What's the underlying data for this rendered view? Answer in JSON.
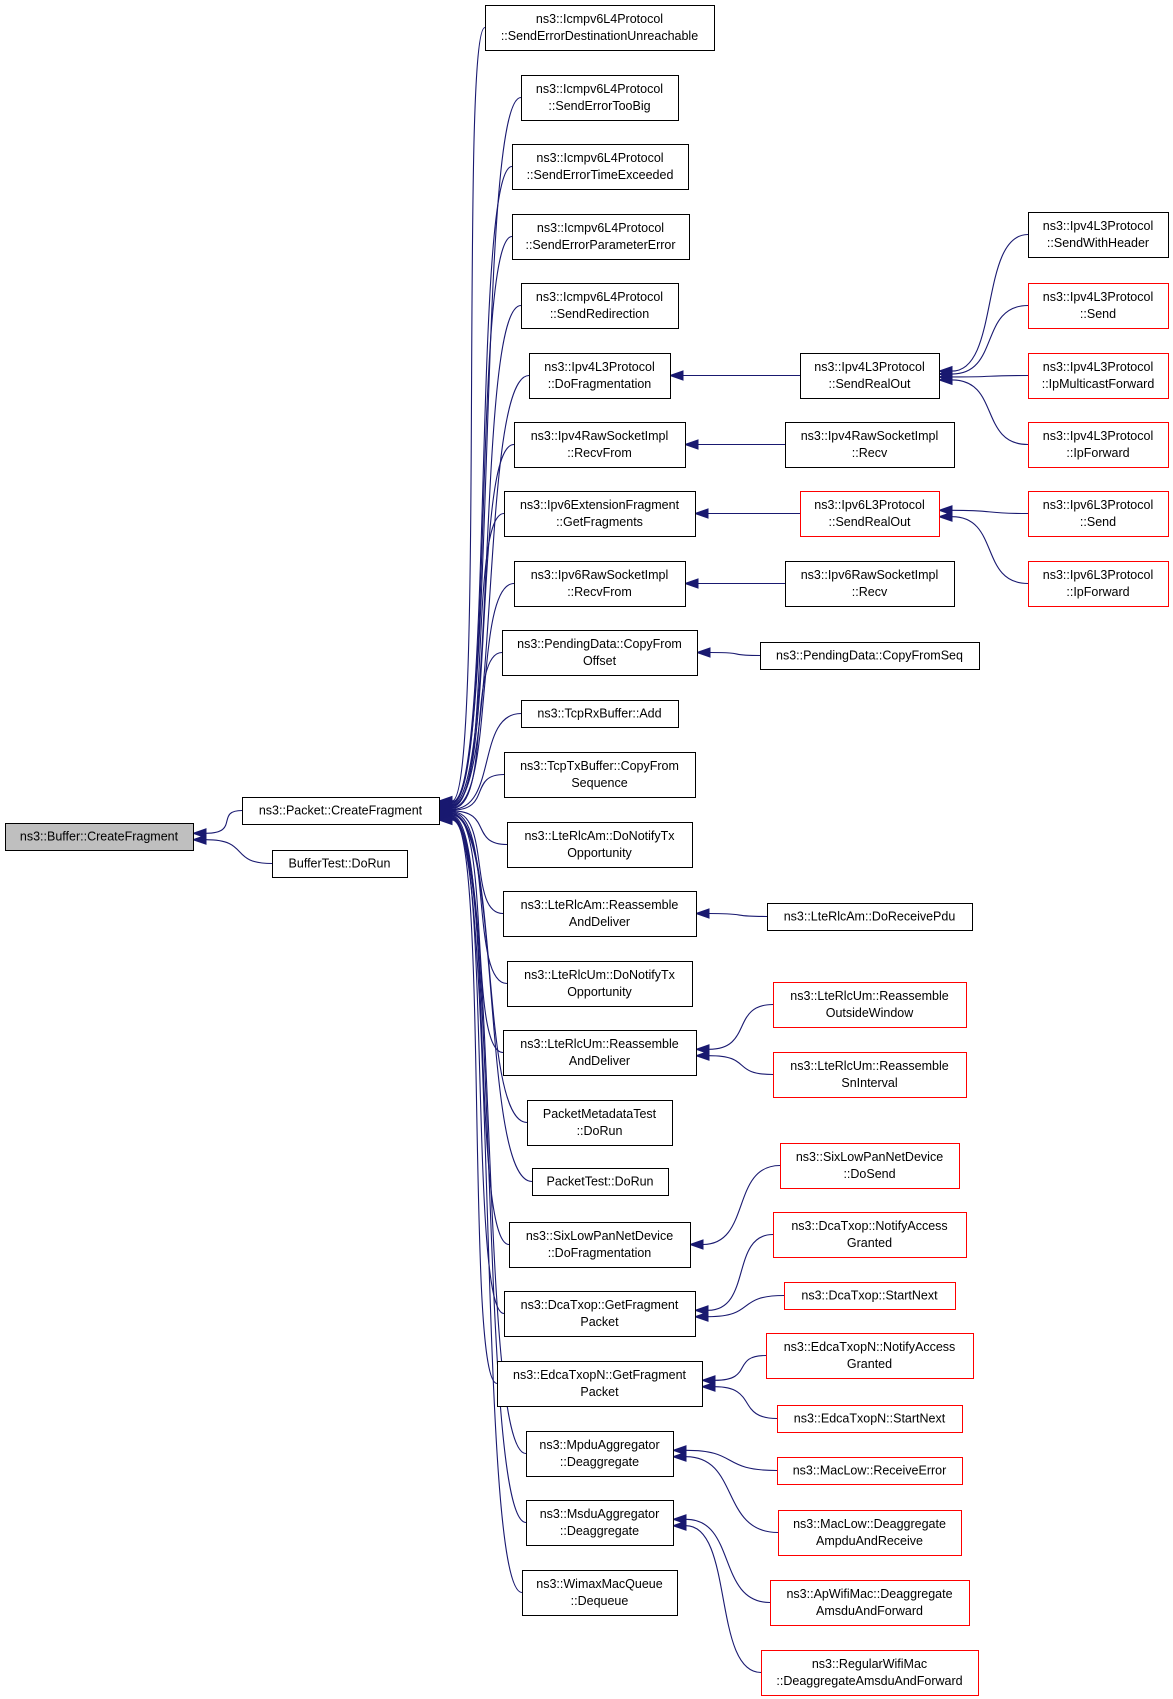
{
  "colors": {
    "edge": "#191970",
    "node_border": "#000000",
    "truncated_border": "#ff0000",
    "current_fill": "#bfbfbf"
  },
  "nodes": [
    {
      "id": "root",
      "lines": [
        "ns3::Buffer::CreateFragment"
      ],
      "current": true
    },
    {
      "id": "pcf",
      "lines": [
        "ns3::Packet::CreateFragment"
      ]
    },
    {
      "id": "bt",
      "lines": [
        "BufferTest::DoRun"
      ]
    },
    {
      "id": "ic1",
      "lines": [
        "ns3::Icmpv6L4Protocol",
        "::SendErrorDestinationUnreachable"
      ]
    },
    {
      "id": "ic2",
      "lines": [
        "ns3::Icmpv6L4Protocol",
        "::SendErrorTooBig"
      ]
    },
    {
      "id": "ic3",
      "lines": [
        "ns3::Icmpv6L4Protocol",
        "::SendErrorTimeExceeded"
      ]
    },
    {
      "id": "ic4",
      "lines": [
        "ns3::Icmpv6L4Protocol",
        "::SendErrorParameterError"
      ]
    },
    {
      "id": "ic5",
      "lines": [
        "ns3::Icmpv6L4Protocol",
        "::SendRedirection"
      ]
    },
    {
      "id": "ipdf",
      "lines": [
        "ns3::Ipv4L3Protocol",
        "::DoFragmentation"
      ]
    },
    {
      "id": "i4rs",
      "lines": [
        "ns3::Ipv4RawSocketImpl",
        "::RecvFrom"
      ]
    },
    {
      "id": "i6ef",
      "lines": [
        "ns3::Ipv6ExtensionFragment",
        "::GetFragments"
      ]
    },
    {
      "id": "i6rs",
      "lines": [
        "ns3::Ipv6RawSocketImpl",
        "::RecvFrom"
      ]
    },
    {
      "id": "pdco",
      "lines": [
        "ns3::PendingData::CopyFrom",
        "Offset"
      ]
    },
    {
      "id": "trx",
      "lines": [
        "ns3::TcpRxBuffer::Add"
      ]
    },
    {
      "id": "ttx",
      "lines": [
        "ns3::TcpTxBuffer::CopyFrom",
        "Sequence"
      ]
    },
    {
      "id": "amtx",
      "lines": [
        "ns3::LteRlcAm::DoNotifyTx",
        "Opportunity"
      ]
    },
    {
      "id": "amra",
      "lines": [
        "ns3::LteRlcAm::Reassemble",
        "AndDeliver"
      ]
    },
    {
      "id": "umtx",
      "lines": [
        "ns3::LteRlcUm::DoNotifyTx",
        "Opportunity"
      ]
    },
    {
      "id": "umra",
      "lines": [
        "ns3::LteRlcUm::Reassemble",
        "AndDeliver"
      ]
    },
    {
      "id": "pmt",
      "lines": [
        "PacketMetadataTest",
        "::DoRun"
      ]
    },
    {
      "id": "pt",
      "lines": [
        "PacketTest::DoRun"
      ]
    },
    {
      "id": "slfr",
      "lines": [
        "ns3::SixLowPanNetDevice",
        "::DoFragmentation"
      ]
    },
    {
      "id": "dcgf",
      "lines": [
        "ns3::DcaTxop::GetFragment",
        "Packet"
      ]
    },
    {
      "id": "edgf",
      "lines": [
        "ns3::EdcaTxopN::GetFragment",
        "Packet"
      ]
    },
    {
      "id": "mpdu",
      "lines": [
        "ns3::MpduAggregator",
        "::Deaggregate"
      ]
    },
    {
      "id": "msdu",
      "lines": [
        "ns3::MsduAggregator",
        "::Deaggregate"
      ]
    },
    {
      "id": "wmq",
      "lines": [
        "ns3::WimaxMacQueue",
        "::Dequeue"
      ]
    },
    {
      "id": "i4sro",
      "lines": [
        "ns3::Ipv4L3Protocol",
        "::SendRealOut"
      ]
    },
    {
      "id": "i4rr",
      "lines": [
        "ns3::Ipv4RawSocketImpl",
        "::Recv"
      ]
    },
    {
      "id": "i6sro",
      "lines": [
        "ns3::Ipv6L3Protocol",
        "::SendRealOut"
      ],
      "truncated": true
    },
    {
      "id": "i6rr",
      "lines": [
        "ns3::Ipv6RawSocketImpl",
        "::Recv"
      ]
    },
    {
      "id": "pdcs",
      "lines": [
        "ns3::PendingData::CopyFromSeq"
      ]
    },
    {
      "id": "amrp",
      "lines": [
        "ns3::LteRlcAm::DoReceivePdu"
      ]
    },
    {
      "id": "umow",
      "lines": [
        "ns3::LteRlcUm::Reassemble",
        "OutsideWindow"
      ],
      "truncated": true
    },
    {
      "id": "umsi",
      "lines": [
        "ns3::LteRlcUm::Reassemble",
        "SnInterval"
      ],
      "truncated": true
    },
    {
      "id": "slds",
      "lines": [
        "ns3::SixLowPanNetDevice",
        "::DoSend"
      ],
      "truncated": true
    },
    {
      "id": "dcna",
      "lines": [
        "ns3::DcaTxop::NotifyAccess",
        "Granted"
      ],
      "truncated": true
    },
    {
      "id": "dcsn",
      "lines": [
        "ns3::DcaTxop::StartNext"
      ],
      "truncated": true
    },
    {
      "id": "edna",
      "lines": [
        "ns3::EdcaTxopN::NotifyAccess",
        "Granted"
      ],
      "truncated": true
    },
    {
      "id": "edsn",
      "lines": [
        "ns3::EdcaTxopN::StartNext"
      ],
      "truncated": true
    },
    {
      "id": "mlre",
      "lines": [
        "ns3::MacLow::ReceiveError"
      ],
      "truncated": true
    },
    {
      "id": "mlda",
      "lines": [
        "ns3::MacLow::Deaggregate",
        "AmpduAndReceive"
      ],
      "truncated": true
    },
    {
      "id": "apda",
      "lines": [
        "ns3::ApWifiMac::Deaggregate",
        "AmsduAndForward"
      ],
      "truncated": true
    },
    {
      "id": "rgda",
      "lines": [
        "ns3::RegularWifiMac",
        "::DeaggregateAmsduAndForward"
      ],
      "truncated": true
    },
    {
      "id": "i4swh",
      "lines": [
        "ns3::Ipv4L3Protocol",
        "::SendWithHeader"
      ]
    },
    {
      "id": "i4s",
      "lines": [
        "ns3::Ipv4L3Protocol",
        "::Send"
      ],
      "truncated": true
    },
    {
      "id": "i4mf",
      "lines": [
        "ns3::Ipv4L3Protocol",
        "::IpMulticastForward"
      ],
      "truncated": true
    },
    {
      "id": "i4f",
      "lines": [
        "ns3::Ipv4L3Protocol",
        "::IpForward"
      ],
      "truncated": true
    },
    {
      "id": "i6s",
      "lines": [
        "ns3::Ipv6L3Protocol",
        "::Send"
      ],
      "truncated": true
    },
    {
      "id": "i6f",
      "lines": [
        "ns3::Ipv6L3Protocol",
        "::IpForward"
      ],
      "truncated": true
    }
  ],
  "edges": [
    {
      "from": "pcf",
      "to": "root"
    },
    {
      "from": "bt",
      "to": "root"
    },
    {
      "from": "ic1",
      "to": "pcf"
    },
    {
      "from": "ic2",
      "to": "pcf"
    },
    {
      "from": "ic3",
      "to": "pcf"
    },
    {
      "from": "ic4",
      "to": "pcf"
    },
    {
      "from": "ic5",
      "to": "pcf"
    },
    {
      "from": "ipdf",
      "to": "pcf"
    },
    {
      "from": "i4rs",
      "to": "pcf"
    },
    {
      "from": "i6ef",
      "to": "pcf"
    },
    {
      "from": "i6rs",
      "to": "pcf"
    },
    {
      "from": "pdco",
      "to": "pcf"
    },
    {
      "from": "trx",
      "to": "pcf"
    },
    {
      "from": "ttx",
      "to": "pcf"
    },
    {
      "from": "amtx",
      "to": "pcf"
    },
    {
      "from": "amra",
      "to": "pcf"
    },
    {
      "from": "umtx",
      "to": "pcf"
    },
    {
      "from": "umra",
      "to": "pcf"
    },
    {
      "from": "pmt",
      "to": "pcf"
    },
    {
      "from": "pt",
      "to": "pcf"
    },
    {
      "from": "slfr",
      "to": "pcf"
    },
    {
      "from": "dcgf",
      "to": "pcf"
    },
    {
      "from": "edgf",
      "to": "pcf"
    },
    {
      "from": "mpdu",
      "to": "pcf"
    },
    {
      "from": "msdu",
      "to": "pcf"
    },
    {
      "from": "wmq",
      "to": "pcf"
    },
    {
      "from": "i4sro",
      "to": "ipdf"
    },
    {
      "from": "i4rr",
      "to": "i4rs"
    },
    {
      "from": "i6sro",
      "to": "i6ef"
    },
    {
      "from": "i6rr",
      "to": "i6rs"
    },
    {
      "from": "pdcs",
      "to": "pdco"
    },
    {
      "from": "amrp",
      "to": "amra"
    },
    {
      "from": "umow",
      "to": "umra"
    },
    {
      "from": "umsi",
      "to": "umra"
    },
    {
      "from": "slds",
      "to": "slfr"
    },
    {
      "from": "dcna",
      "to": "dcgf"
    },
    {
      "from": "dcsn",
      "to": "dcgf"
    },
    {
      "from": "edna",
      "to": "edgf"
    },
    {
      "from": "edsn",
      "to": "edgf"
    },
    {
      "from": "mlre",
      "to": "mpdu"
    },
    {
      "from": "mlda",
      "to": "mpdu"
    },
    {
      "from": "apda",
      "to": "msdu"
    },
    {
      "from": "rgda",
      "to": "msdu"
    },
    {
      "from": "i4swh",
      "to": "i4sro"
    },
    {
      "from": "i4s",
      "to": "i4sro"
    },
    {
      "from": "i4mf",
      "to": "i4sro"
    },
    {
      "from": "i4f",
      "to": "i4sro"
    },
    {
      "from": "i6s",
      "to": "i6sro"
    },
    {
      "from": "i6f",
      "to": "i6sro"
    }
  ]
}
